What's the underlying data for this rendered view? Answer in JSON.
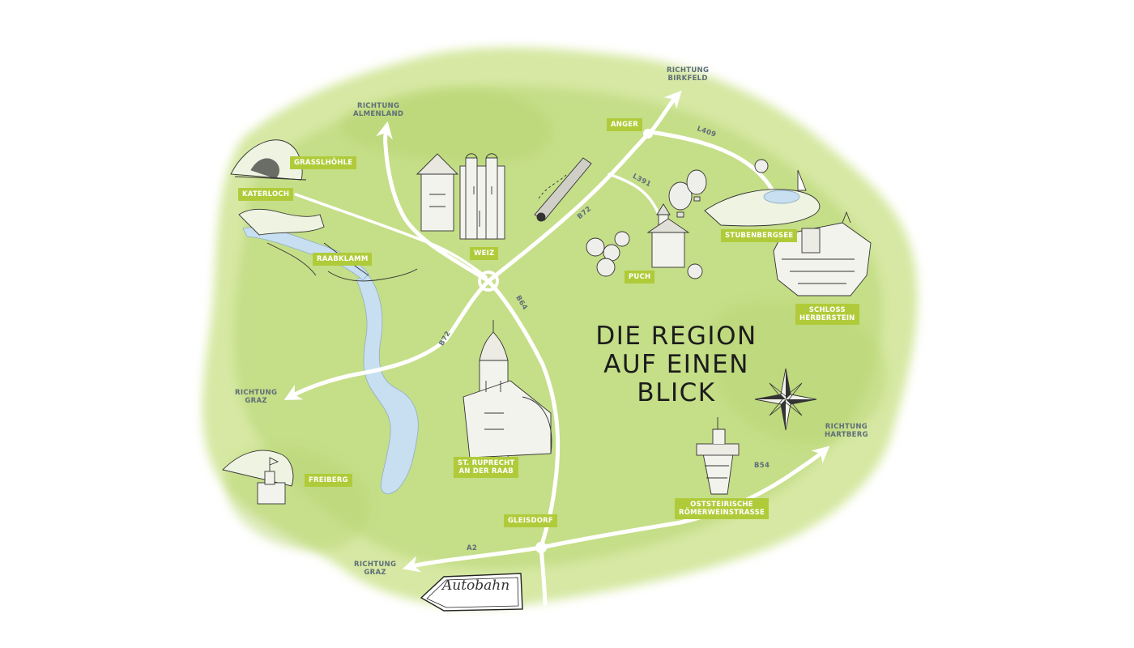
{
  "title": [
    "DIE REGION",
    "AUF EINEN",
    "BLICK"
  ],
  "places": {
    "grasslhoehle": "GRASSLHÖHLE",
    "katerloch": "KATERLOCH",
    "raabklamm": "RAABKLAMM",
    "weiz": "WEIZ",
    "anger": "ANGER",
    "puch": "PUCH",
    "stubenbergsee": "STUBENBERGSEE",
    "schloss_herberstein": [
      "SCHLOSS",
      "HERBERSTEIN"
    ],
    "st_ruprecht": [
      "ST. RUPRECHT",
      "AN DER RAAB"
    ],
    "freiberg": "FREIBERG",
    "gleisdorf": "GLEISDORF",
    "roemerweinstrasse": [
      "OSTSTEIRISCHE",
      "RÖMERWEINSTRASSE"
    ]
  },
  "directions": {
    "almenland": [
      "RICHTUNG",
      "ALMENLAND"
    ],
    "birkfeld": [
      "RICHTUNG",
      "BIRKFELD"
    ],
    "graz_west": [
      "RICHTUNG",
      "GRAZ"
    ],
    "graz_south": [
      "RICHTUNG",
      "GRAZ"
    ],
    "hartberg": [
      "RICHTUNG",
      "HARTBERG"
    ]
  },
  "roads": {
    "b72_north": "B72",
    "b72_south": "B72",
    "l391": "L391",
    "l409": "L409",
    "b64": "B64",
    "b54": "B54",
    "a2": "A2"
  },
  "autobahn_sign": "Autobahn",
  "colors": {
    "land": "#c9e08e",
    "land_light": "#dcebb0",
    "label_bg": "#b0cb3a",
    "road": "#ffffff",
    "road_label": "#5e6e78",
    "water": "#c7dff0",
    "title": "#1c1c1c"
  },
  "icons": [
    "cave-illustration",
    "gorge-illustration",
    "basilica-illustration",
    "train-illustration",
    "balloons-illustration",
    "apples-illustration",
    "chapel-illustration",
    "lake-illustration",
    "castle-illustration",
    "church-illustration",
    "fortress-illustration",
    "tower-illustration",
    "compass-rose-icon",
    "autobahn-sign-icon"
  ]
}
